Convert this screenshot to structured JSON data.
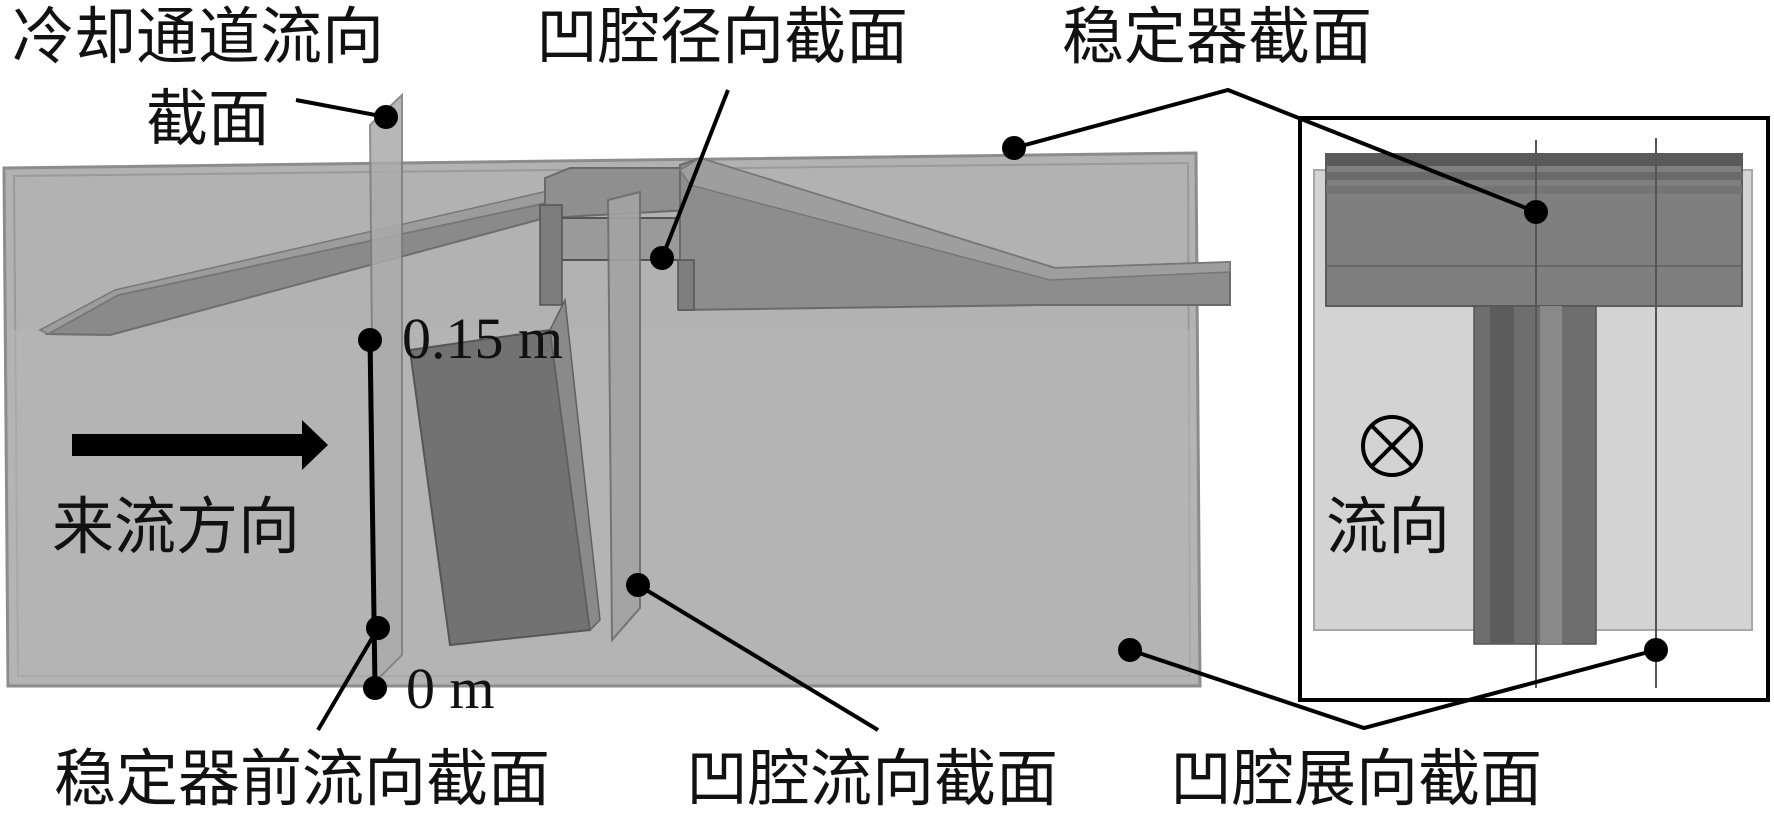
{
  "labels": {
    "cooling_channel_line1": "冷却通道流向",
    "cooling_channel_line2": "截面",
    "cavity_radial": "凹腔径向截面",
    "stabilizer_section": "稳定器截面",
    "incoming_flow": "来流方向",
    "pre_stabilizer": "稳定器前流向截面",
    "cavity_streamwise": "凹腔流向截面",
    "cavity_spanwise": "凹腔展向截面",
    "flow_direction": "流向"
  },
  "measurements": {
    "top": "0.15 m",
    "bottom": "0 m"
  },
  "colors": {
    "panel_fill": "#a9a9a9",
    "panel_edge": "#8e8e8e",
    "ramp_fill": "#8d8d8d",
    "dark_strut": "#6f6f6f",
    "inset_bg": "#d2d2d2",
    "ink": "#000000"
  }
}
